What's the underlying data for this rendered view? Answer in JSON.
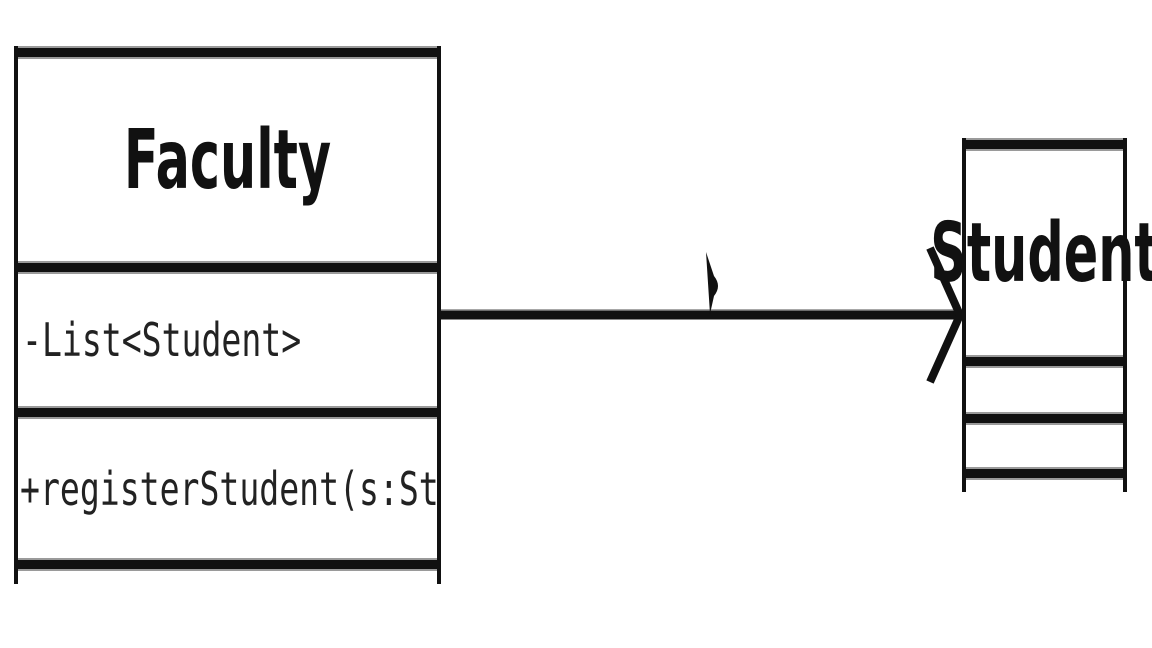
{
  "diagram": {
    "classes": [
      {
        "id": "faculty",
        "name": "Faculty",
        "attributes": [
          "-List<Student>"
        ],
        "operations": [
          "+registerStudent(s:Student)"
        ]
      },
      {
        "id": "student",
        "name": "Student",
        "attributes": [],
        "operations": []
      }
    ],
    "relationships": [
      {
        "from": "Faculty",
        "to": "Student",
        "kind": "directed-association",
        "arrowhead": "open",
        "color": "#111111"
      }
    ]
  }
}
